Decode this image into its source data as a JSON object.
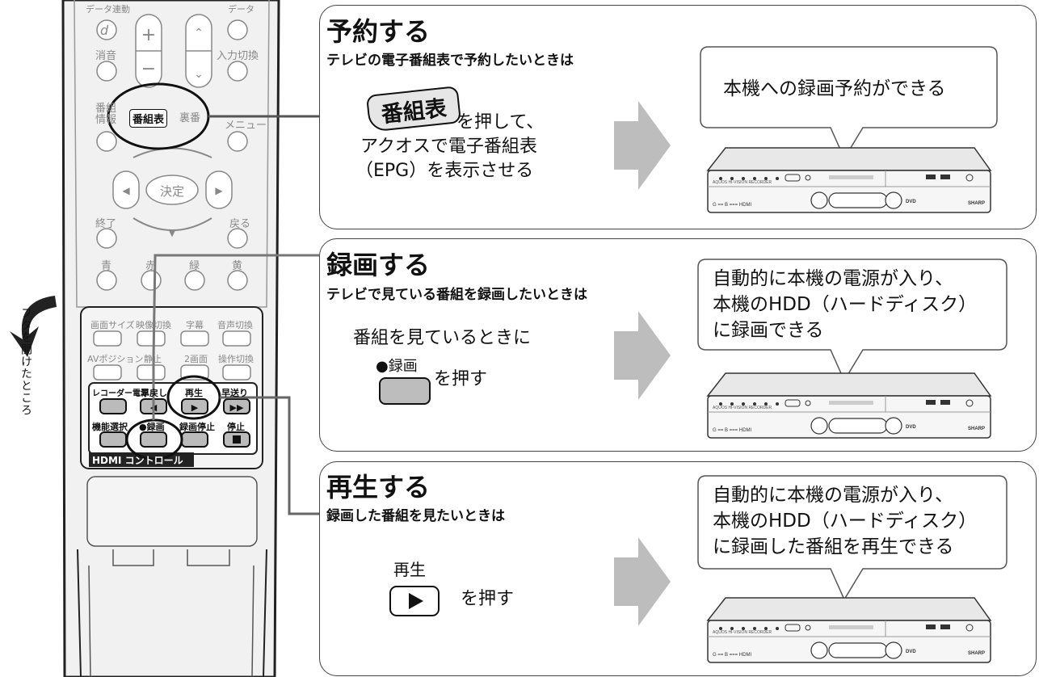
{
  "remote": {
    "labels": {
      "data_link": "データ連動",
      "data": "データ",
      "d_button": "d",
      "mute": "消音",
      "input_switch": "入力切換",
      "bangumi_info": "番組情報",
      "bangumi_hyo": "番組表",
      "ura": "裏番",
      "menu": "メニュー",
      "kettei": "決定",
      "shuryo": "終了",
      "modoru": "戻る",
      "blue": "青",
      "red": "赤",
      "green": "緑",
      "yellow": "黄",
      "screen_size": "画面サイズ",
      "video_switch": "映像切換",
      "subtitle": "字幕",
      "audio_switch": "音声切換",
      "av_position": "AVポジション",
      "seishi": "静止",
      "two_screen": "2画面",
      "op_switch": "操作切換",
      "recorder_power": "レコーダー電源",
      "rewind": "早戻し",
      "play": "再生",
      "fast_forward": "早送り",
      "func_select": "機能選択",
      "record": "●録画",
      "rec_stop": "録画停止",
      "stop": "停止",
      "hdmi_control": "HDMI コントロール"
    },
    "side_text": "フタを開けたところ"
  },
  "panels": [
    {
      "title": "予約する",
      "subtitle": "テレビの電子番組表で予約したいときは",
      "button_label": "番組表",
      "body_lines": [
        "を押して、",
        "アクオスで電子番組表",
        "（EPG）を表示させる"
      ],
      "bubble_lines": [
        "本機への録画予約ができる"
      ]
    },
    {
      "title": "録画する",
      "subtitle": "テレビで見ている番組を録画したいときは",
      "body_lines": [
        "番組を見ているときに"
      ],
      "button_caption": "●録画",
      "push_text": "を押す",
      "bubble_lines": [
        "自動的に本機の電源が入り、",
        "本機のHDD（ハードディスク）",
        "に録画できる"
      ]
    },
    {
      "title": "再生する",
      "subtitle": "録画した番組を見たいときは",
      "button_caption": "再生",
      "push_text": "を押す",
      "bubble_lines": [
        "自動的に本機の電源が入り、",
        "本機のHDD（ハードディスク）",
        "に録画した番組を再生できる"
      ]
    }
  ],
  "recorder": {
    "model_text": "AQUOS HI-VISION RECORDER",
    "brand": "SHARP",
    "hdmi_text": "HDMI",
    "dvd_text": "DVD"
  },
  "colors": {
    "arrow": "#bdbdbd",
    "remote_body": "#f1f1f1",
    "remote_key": "#ffffff",
    "highlight_outline": "#111111",
    "rec_button": "#bdbdbd"
  }
}
